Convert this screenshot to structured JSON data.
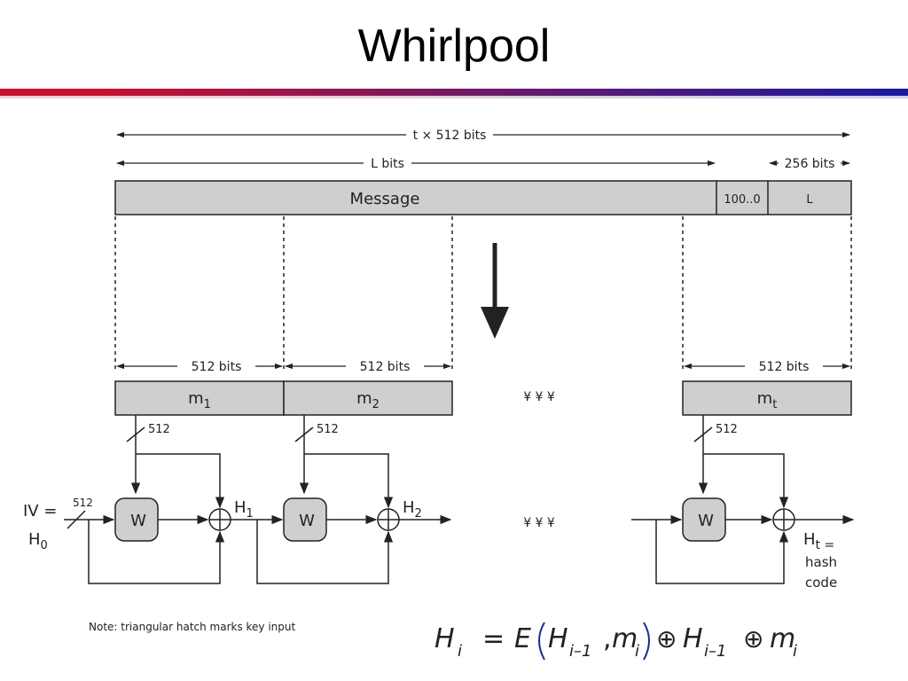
{
  "slide": {
    "title": "Whirlpool"
  },
  "diagram": {
    "total_label": "t × 512 bits",
    "l_bits_label": "L bits",
    "length_bits_label": "256 bits",
    "message_label": "Message",
    "padding_label": "100..0",
    "length_field_label": "L",
    "block_size_label": "512 bits",
    "blocks": [
      {
        "name": "m",
        "sub": "1"
      },
      {
        "name": "m",
        "sub": "2"
      },
      {
        "name": "m",
        "sub": "t"
      }
    ],
    "ellipsis": "¥ ¥ ¥",
    "key_width_label": "512",
    "iv_label": "IV =",
    "h0": {
      "name": "H",
      "sub": "0"
    },
    "function_label": "W",
    "outputs": [
      {
        "name": "H",
        "sub": "1"
      },
      {
        "name": "H",
        "sub": "2"
      },
      {
        "name": "H",
        "sub": "t ="
      }
    ],
    "hash_label_1": "hash",
    "hash_label_2": "code",
    "note": "Note: triangular hatch marks key input"
  },
  "formula": {
    "lhs": "H",
    "lhs_sub": "i",
    "equals": "=",
    "func": "E",
    "arg1": "H",
    "arg1_sub": "i–1",
    "comma": ",",
    "arg2": "m",
    "arg2_sub": "i",
    "xor": "⊕",
    "term2": "H",
    "term2_sub": "i–1",
    "term3": "m",
    "term3_sub": "i"
  },
  "colors": {
    "block_fill": "#cfcfcf",
    "stroke": "#222222",
    "formula": "#1f2a8c"
  }
}
